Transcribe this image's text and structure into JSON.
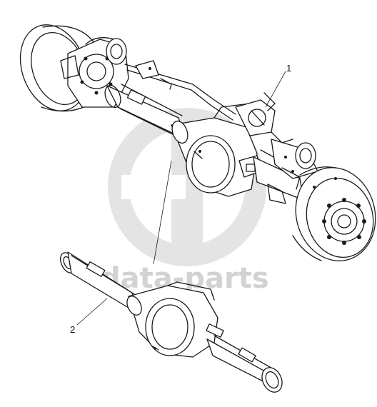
{
  "callouts": {
    "axle_assembly": "1",
    "axle_housing": "2"
  },
  "watermark": {
    "text": "data-parts",
    "color": "#c8c8c8"
  },
  "colors": {
    "ink": "#1a1a1a",
    "background": "#ffffff"
  }
}
